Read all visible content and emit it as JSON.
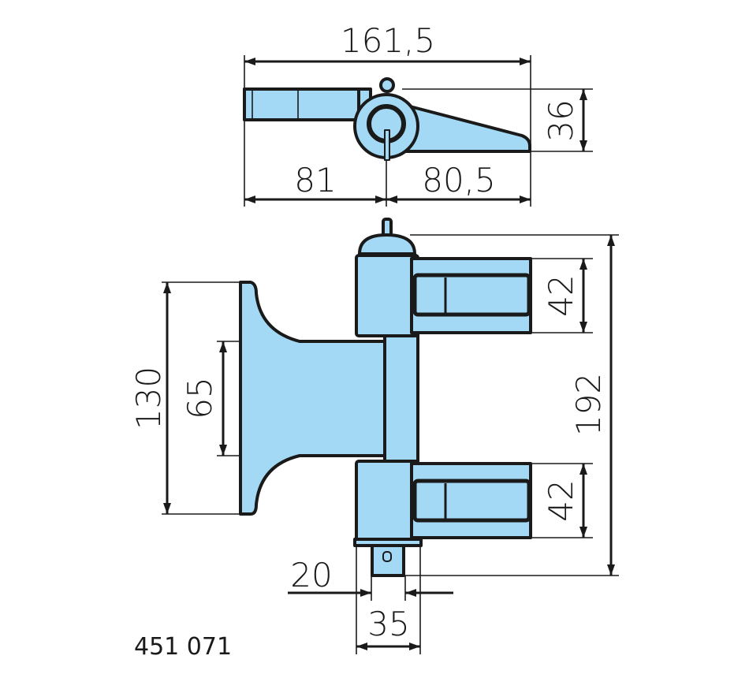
{
  "drawing": {
    "part_number": "451 071",
    "fill_color": "#a3d9f5",
    "line_color": "#1a1a1a",
    "dimensions": {
      "overall_width": "161,5",
      "thickness": "36",
      "left_length": "81",
      "right_length": "80,5",
      "frame_height": "130",
      "frame_center": "65",
      "upper_leaf": "42",
      "lower_leaf": "42",
      "total_height": "192",
      "offset": "20",
      "pin_width": "35"
    }
  }
}
